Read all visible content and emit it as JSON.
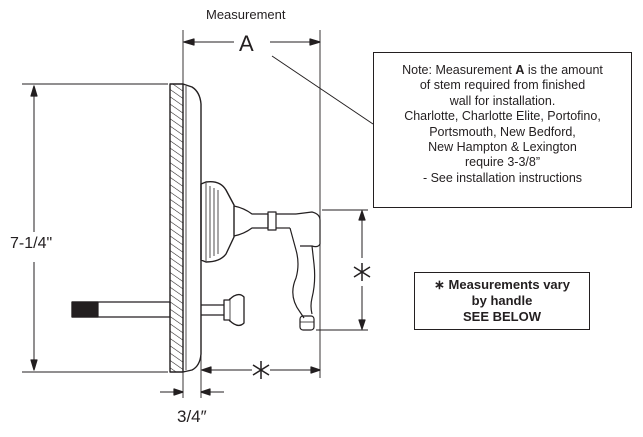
{
  "labels": {
    "measurement": "Measurement",
    "measurement_letter": "A",
    "height": "7-1/4\"",
    "depth": "3/4″",
    "asterisk": "∗"
  },
  "note": {
    "lines": [
      {
        "pre": "Note: Measurement ",
        "bold": "A",
        "post": " is the amount"
      },
      {
        "pre": "of stem required from finished",
        "bold": "",
        "post": ""
      },
      {
        "pre": "wall for installation.",
        "bold": "",
        "post": ""
      },
      {
        "pre": "Charlotte, Charlotte Elite, Portofino,",
        "bold": "",
        "post": ""
      },
      {
        "pre": "Portsmouth, New Bedford,",
        "bold": "",
        "post": ""
      },
      {
        "pre": "New Hampton & Lexington",
        "bold": "",
        "post": ""
      },
      {
        "pre": "require 3-3/8”",
        "bold": "",
        "post": ""
      },
      {
        "pre": "- See installation instructions",
        "bold": "",
        "post": ""
      }
    ]
  },
  "vary_box": {
    "line1": "∗ Measurements vary",
    "line2": "by handle",
    "line3": "SEE BELOW"
  },
  "colors": {
    "ink": "#231f20",
    "background": "#ffffff"
  }
}
